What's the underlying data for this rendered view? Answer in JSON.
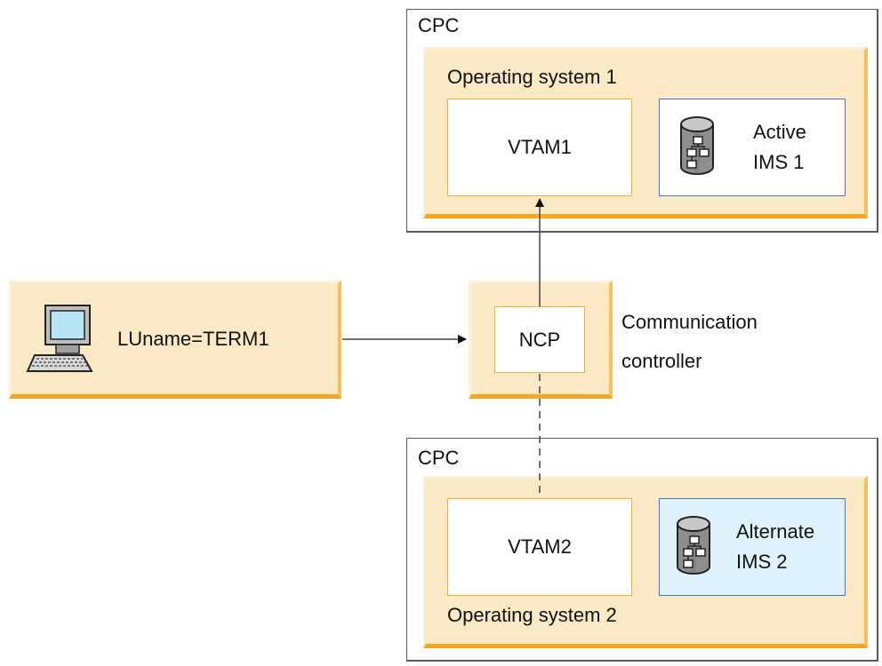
{
  "cpc1": {
    "title": "CPC",
    "os_label": "Operating system 1",
    "vtam": "VTAM1",
    "ims_line1": "Active",
    "ims_line2": "IMS 1"
  },
  "cpc2": {
    "title": "CPC",
    "os_label": "Operating system 2",
    "vtam": "VTAM2",
    "ims_line1": "Alternate",
    "ims_line2": "IMS 2"
  },
  "terminal": {
    "label": "LUname=TERM1"
  },
  "controller": {
    "ncp": "NCP",
    "label_line1": "Communication",
    "label_line2": "controller"
  },
  "colors": {
    "os_fill": "#fbe8c4",
    "os_shadow": "#f2a922",
    "ims_border": "#4a72c4",
    "alternate_ims_fill": "#ddf2fb",
    "connector": "#444444"
  },
  "icons": {
    "terminal": "computer-terminal-icon",
    "ims1": "database-icon",
    "ims2": "database-icon"
  }
}
